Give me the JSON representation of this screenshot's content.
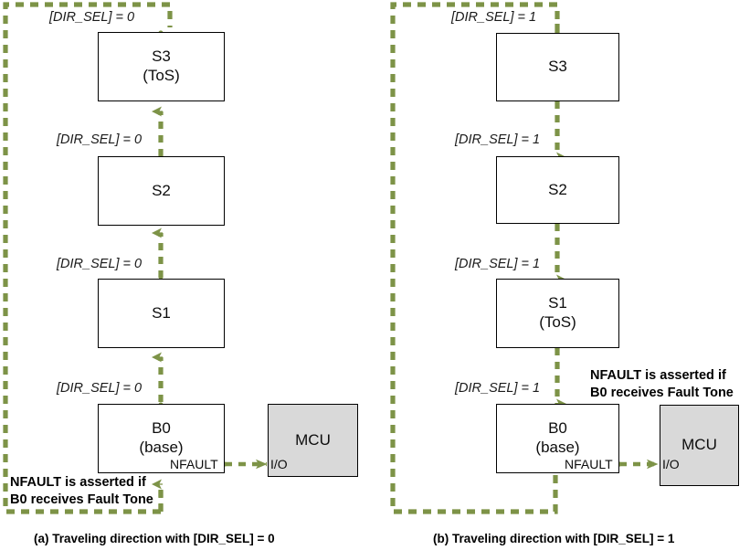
{
  "figure": {
    "accent_color": "#7d9347",
    "box_fill": "#ffffff",
    "mcu_fill": "#d9d9d9",
    "border_color": "#000000",
    "text_color": "#0d0d0d"
  },
  "panels": [
    {
      "id": "a",
      "caption": "(a) Traveling direction with [DIR_SEL] = 0",
      "note": {
        "line1": "NFAULT is asserted if",
        "line2": "B0 receives Fault Tone"
      },
      "nodes": [
        {
          "name": "s3",
          "line1": "S3",
          "line2": "(ToS)"
        },
        {
          "name": "s2",
          "line1": "S2",
          "line2": ""
        },
        {
          "name": "s1",
          "line1": "S1",
          "line2": ""
        },
        {
          "name": "b0",
          "line1": "B0",
          "line2": "(base)"
        },
        {
          "name": "mcu",
          "line1": "MCU",
          "line2": ""
        }
      ],
      "port_labels": [
        {
          "name": "nfault-out",
          "text": "NFAULT"
        },
        {
          "name": "mcu-io",
          "text": "I/O"
        }
      ],
      "conditions": [
        {
          "name": "cond-top",
          "text": "[DIR_SEL] = 0"
        },
        {
          "name": "cond-s2-s3",
          "text": "[DIR_SEL] = 0"
        },
        {
          "name": "cond-s1-s2",
          "text": "[DIR_SEL] = 0"
        },
        {
          "name": "cond-b0-s1",
          "text": "[DIR_SEL] = 0"
        }
      ]
    },
    {
      "id": "b",
      "caption": "(b) Traveling direction with [DIR_SEL] = 1",
      "note": {
        "line1": "NFAULT is asserted if",
        "line2": "B0 receives Fault Tone"
      },
      "nodes": [
        {
          "name": "s3",
          "line1": "S3",
          "line2": ""
        },
        {
          "name": "s2",
          "line1": "S2",
          "line2": ""
        },
        {
          "name": "s1",
          "line1": "S1",
          "line2": "(ToS)"
        },
        {
          "name": "b0",
          "line1": "B0",
          "line2": "(base)"
        },
        {
          "name": "mcu",
          "line1": "MCU",
          "line2": ""
        }
      ],
      "port_labels": [
        {
          "name": "nfault-out",
          "text": "NFAULT"
        },
        {
          "name": "mcu-io",
          "text": "I/O"
        }
      ],
      "conditions": [
        {
          "name": "cond-top",
          "text": "[DIR_SEL] = 1"
        },
        {
          "name": "cond-s3-s2",
          "text": "[DIR_SEL] = 1"
        },
        {
          "name": "cond-s2-s1",
          "text": "[DIR_SEL] = 1"
        },
        {
          "name": "cond-s1-b0",
          "text": "[DIR_SEL] = 1"
        }
      ]
    }
  ]
}
